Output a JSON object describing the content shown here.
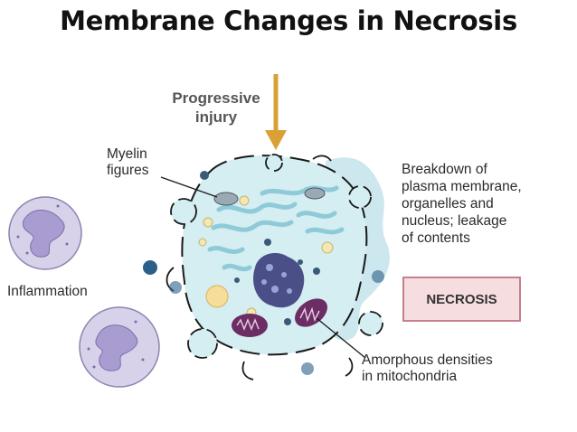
{
  "title": "Membrane Changes in Necrosis",
  "labels": {
    "progressive_1": "Progressive",
    "progressive_2": "injury",
    "myelin_1": "Myelin",
    "myelin_2": "figures",
    "inflammation": "Inflammation",
    "breakdown_1": "Breakdown of",
    "breakdown_2": "plasma membrane,",
    "breakdown_3": "organelles and",
    "breakdown_4": "nucleus; leakage",
    "breakdown_5": "of contents",
    "necrosis": "NECROSIS",
    "amorphous_1": "Amorphous densities",
    "amorphous_2": "in mitochondria"
  },
  "colors": {
    "cell_fill": "#d4eef2",
    "cell_outline": "#1a1a1a",
    "cytoplasm_blue": "#8fcad8",
    "nucleus": "#4a4f88",
    "mitochondria": "#6b2d63",
    "arrow": "#d9a035",
    "necrosis_box_fill": "#f6dde0",
    "necrosis_box_border": "#c77f8d",
    "leukocyte_fill": "#d7d1ea",
    "leukocyte_nucleus": "#a99cd0"
  }
}
